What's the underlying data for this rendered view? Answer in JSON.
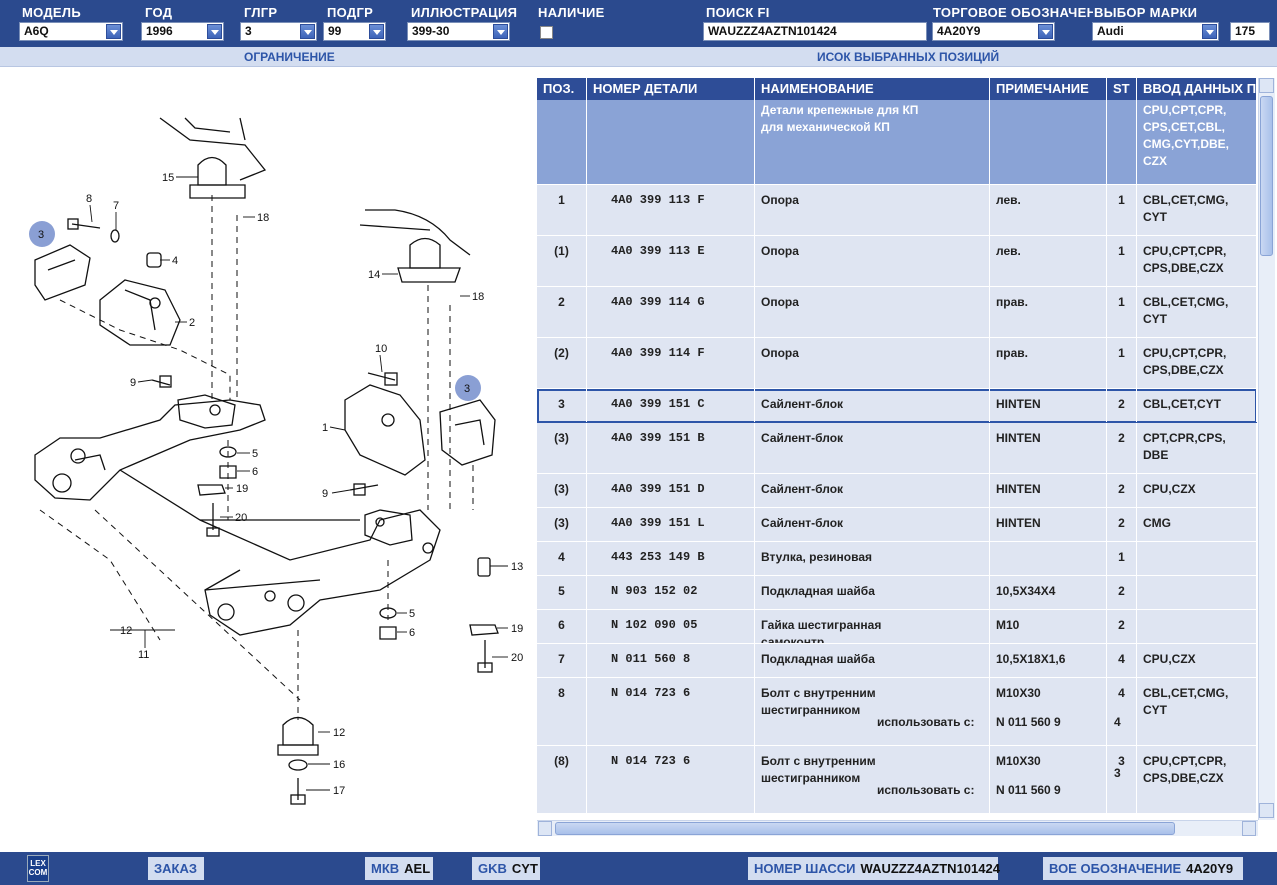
{
  "filters": {
    "model": {
      "label": "МОДЕЛЬ",
      "value": "A6Q"
    },
    "year": {
      "label": "ГОД",
      "value": "1996"
    },
    "main_group": {
      "label": "ГЛГР",
      "value": "3"
    },
    "sub_group": {
      "label": "ПОДГР",
      "value": "99"
    },
    "illustration": {
      "label": "ИЛЛЮСТРАЦИЯ",
      "value": "399-30"
    },
    "availability": {
      "label": "НАЛИЧИЕ"
    },
    "search_fi": {
      "label": "ПОИСК FI",
      "value": "WAUZZZ4AZTN101424"
    },
    "trade_designation": {
      "label": "ТОРГОВОЕ ОБОЗНАЧЕНИ",
      "value": "4A20Y9"
    },
    "brand": {
      "label": "ВЫБОР МАРКИ",
      "value": "Audi"
    },
    "number": "175"
  },
  "section_headers": {
    "left": "ОГРАНИЧЕНИЕ",
    "right": "ИСОК ВЫБРАННЫХ ПОЗИЦИЙ"
  },
  "table": {
    "columns": [
      "ПОЗ.",
      "НОМЕР ДЕТАЛИ",
      "НАИМЕНОВАНИЕ",
      "ПРИМЕЧАНИЕ",
      "ST",
      "ВВОД ДАННЫХ П"
    ],
    "group_row": {
      "name": "Детали крепежные для КП для механической КП",
      "codes": "CPU,CPT,CPR, CPS,CET,CBL, CMG,CYT,DBE, CZX"
    },
    "rows": [
      {
        "pos": "1",
        "part": "4A0 399 113 F",
        "name": "Опора",
        "note": "лев.",
        "st": "1",
        "codes": "CBL,CET,CMG, CYT"
      },
      {
        "pos": "(1)",
        "part": "4A0 399 113 E",
        "name": "Опора",
        "note": "лев.",
        "st": "1",
        "codes": "CPU,CPT,CPR, CPS,DBE,CZX"
      },
      {
        "pos": "2",
        "part": "4A0 399 114 G",
        "name": "Опора",
        "note": "прав.",
        "st": "1",
        "codes": "CBL,CET,CMG, CYT"
      },
      {
        "pos": "(2)",
        "part": "4A0 399 114 F",
        "name": "Опора",
        "note": "прав.",
        "st": "1",
        "codes": "CPU,CPT,CPR, CPS,DBE,CZX"
      },
      {
        "pos": "3",
        "part": "4A0 399 151 C",
        "name": "Сайлент-блок",
        "note": "HINTEN",
        "st": "2",
        "codes": "CBL,CET,CYT"
      },
      {
        "pos": "(3)",
        "part": "4A0 399 151 B",
        "name": "Сайлент-блок",
        "note": "HINTEN",
        "st": "2",
        "codes": "CPT,CPR,CPS, DBE"
      },
      {
        "pos": "(3)",
        "part": "4A0 399 151 D",
        "name": "Сайлент-блок",
        "note": "HINTEN",
        "st": "2",
        "codes": "CPU,CZX"
      },
      {
        "pos": "(3)",
        "part": "4A0 399 151 L",
        "name": "Сайлент-блок",
        "note": "HINTEN",
        "st": "2",
        "codes": "CMG"
      },
      {
        "pos": "4",
        "part": "443 253 149 B",
        "name": "Втулка, резиновая",
        "note": "",
        "st": "1",
        "codes": ""
      },
      {
        "pos": "5",
        "part": "N 903 152 02",
        "name": "Подкладная шайба",
        "note": "10,5X34X4",
        "st": "2",
        "codes": ""
      },
      {
        "pos": "6",
        "part": "N 102 090 05",
        "name": "Гайка шестигранная самоконтр.",
        "note": "M10",
        "st": "2",
        "codes": ""
      },
      {
        "pos": "7",
        "part": "N 011 560 8",
        "name": "Подкладная шайба",
        "note": "10,5X18X1,6",
        "st": "4",
        "codes": "CPU,CZX"
      },
      {
        "pos": "8",
        "part": "N 014 723 6",
        "name": "Болт с внутренним шестигранником",
        "note": "M10X30",
        "st": "4",
        "codes": "CBL,CET,CMG, CYT",
        "use_label": "использовать с:",
        "use_part": "N 011 560 9",
        "use_st": "4"
      },
      {
        "pos": "(8)",
        "part": "N 014 723 6",
        "name": "Болт с внутренним шестигранником",
        "note": "M10X30",
        "st": "3",
        "codes": "CPU,CPT,CPR, CPS,DBE,CZX",
        "use_label": "использовать с:",
        "use_part": "N 011 560 9",
        "use_st": "3"
      }
    ]
  },
  "diagram": {
    "callouts": [
      "15",
      "18",
      "8",
      "7",
      "3",
      "4",
      "2",
      "14",
      "18",
      "10",
      "9",
      "3",
      "1",
      "5",
      "6",
      "19",
      "20",
      "9",
      "13",
      "12",
      "11",
      "5",
      "6",
      "19",
      "20",
      "12",
      "16",
      "17"
    ]
  },
  "bottom": {
    "order": "ЗАКАЗ",
    "mkb_label": "МКВ",
    "mkb_value": "AEL",
    "gkb_label": "GKB",
    "gkb_value": "CYT",
    "chassis_label": "НОМЕР ШАССИ",
    "chassis_value": "WAUZZZ4AZTN101424",
    "designation_label": "ВОЕ ОБОЗНАЧЕНИЕ",
    "designation_value": "4A20Y9",
    "logo": "LEX COM"
  },
  "colors": {
    "header_bg": "#2b4a8e",
    "row_bg": "#dfe5f2",
    "group_bg": "#8aa3d6",
    "highlight": "#2d55a8"
  }
}
